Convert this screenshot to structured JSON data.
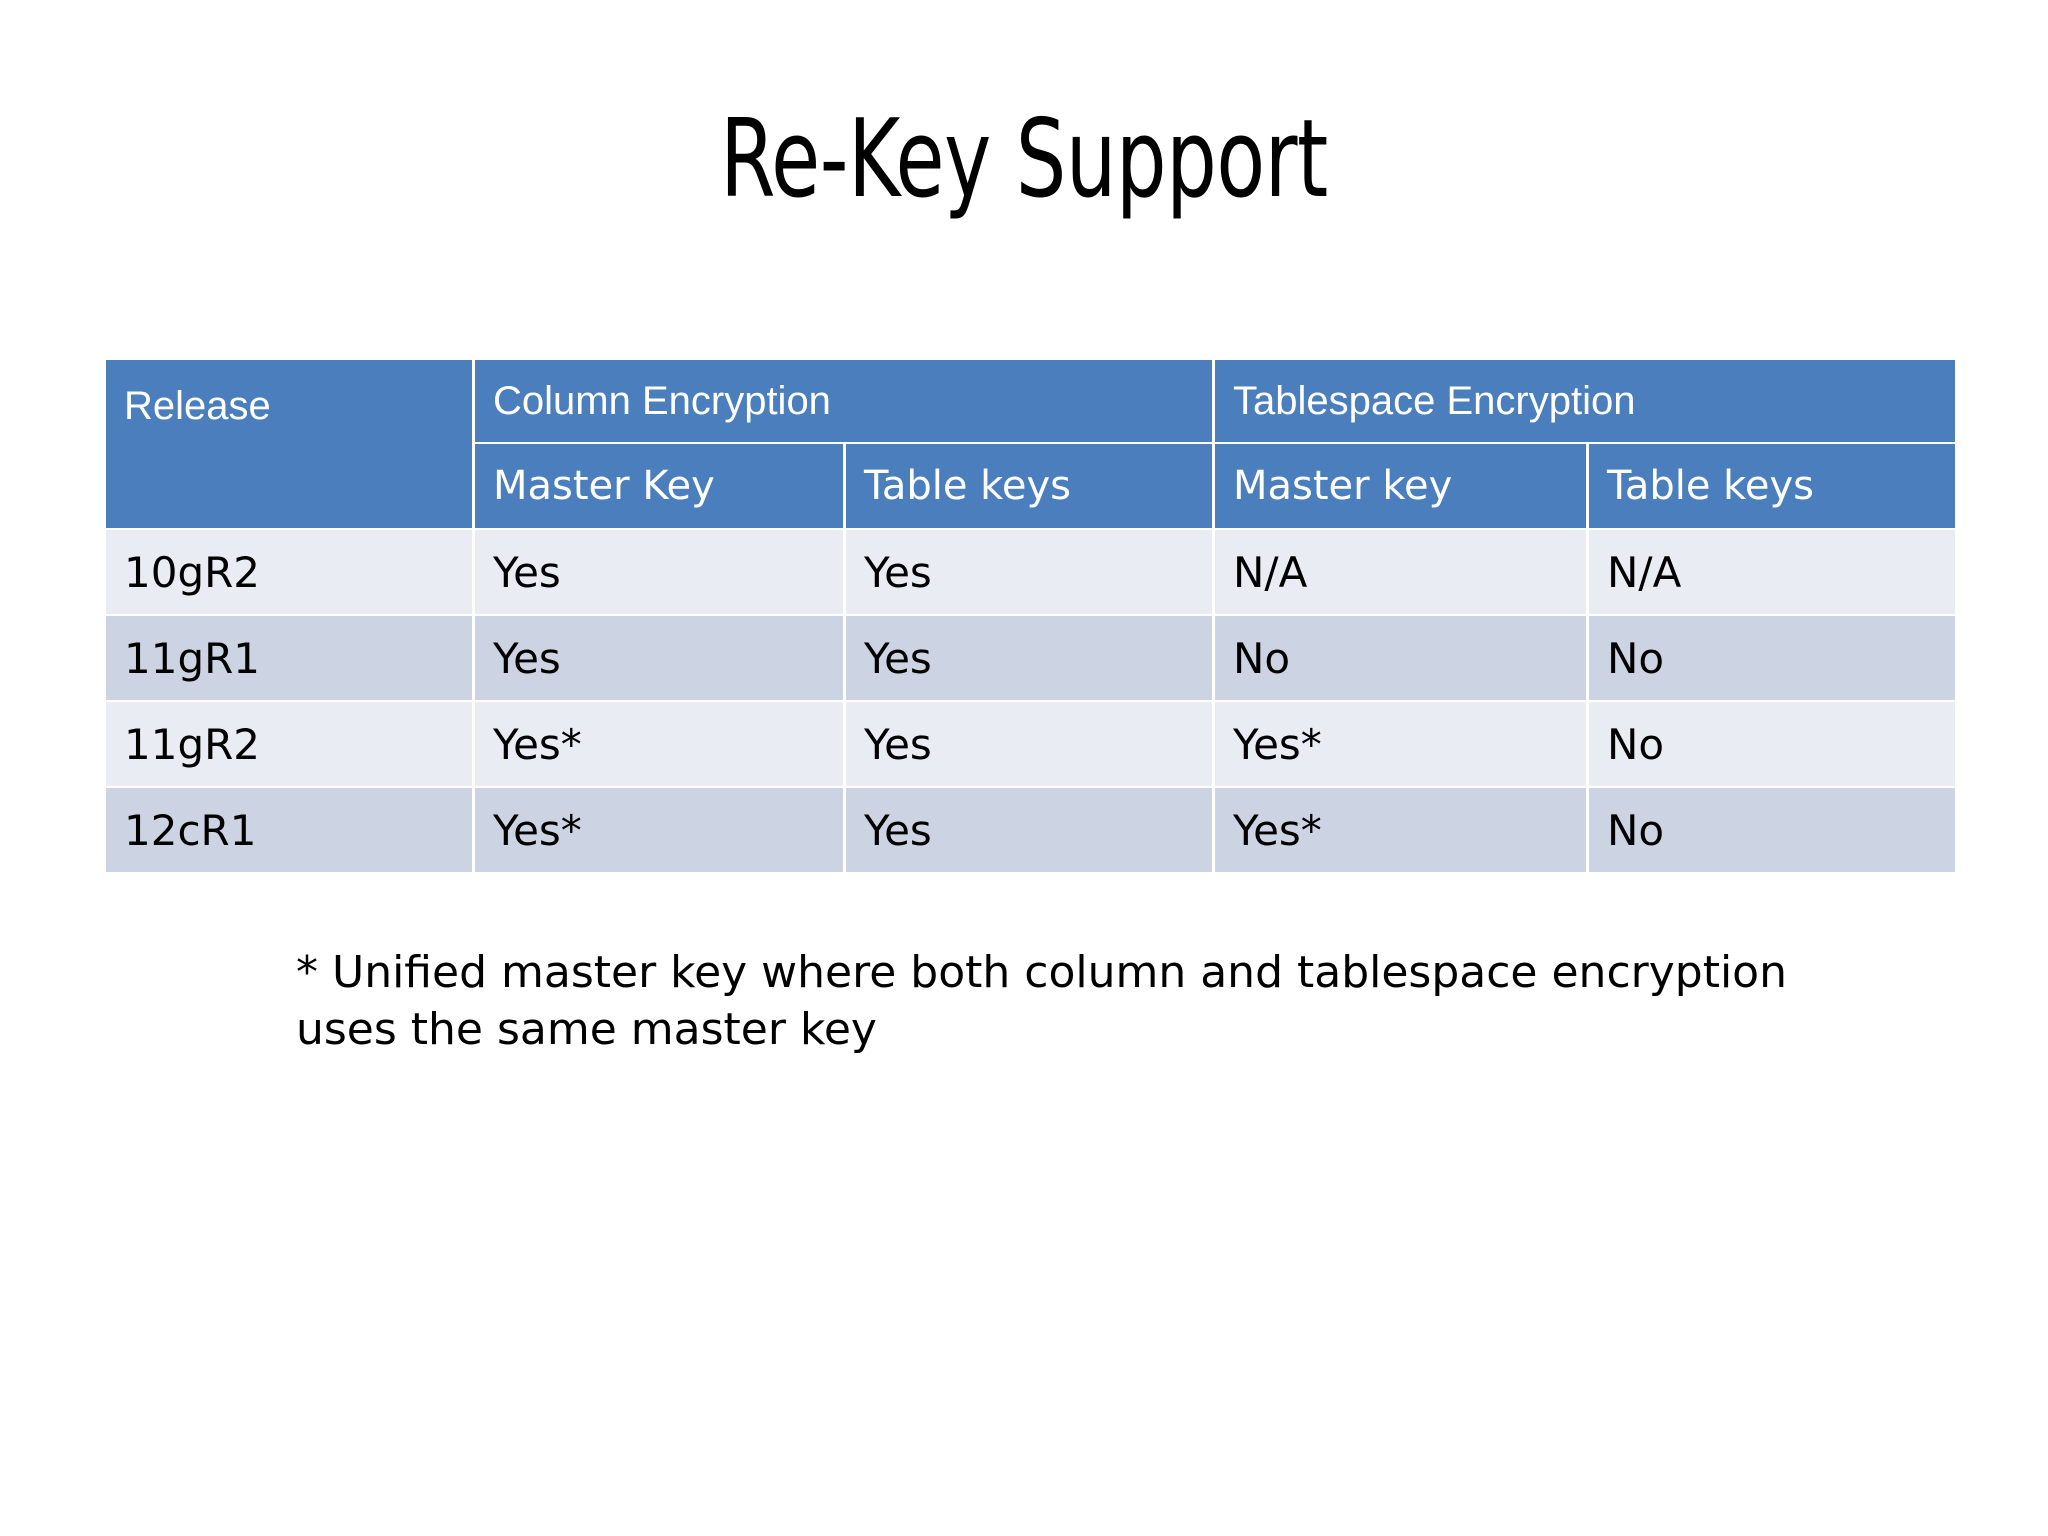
{
  "slide": {
    "title": "Re-Key Support",
    "background_color": "#ffffff"
  },
  "theme": {
    "header_blue": "#4a7ebc",
    "header_text": "#ffffff",
    "row_light": "#e9ecf2",
    "row_dark": "#ccd4e3",
    "body_text": "#000000"
  },
  "table": {
    "group_headers": {
      "release": "Release",
      "column_encryption": "Column Encryption",
      "tablespace_encryption": "Tablespace Encryption"
    },
    "sub_headers": {
      "column_master_key": "Master Key",
      "column_table_keys": "Table keys",
      "tablespace_master_key": "Master key",
      "tablespace_table_keys": "Table keys"
    },
    "rows": [
      {
        "release": "10gR2",
        "column_master_key": "Yes",
        "column_table_keys": "Yes",
        "tablespace_master_key": "N/A",
        "tablespace_table_keys": "N/A"
      },
      {
        "release": "11gR1",
        "column_master_key": "Yes",
        "column_table_keys": "Yes",
        "tablespace_master_key": "No",
        "tablespace_table_keys": "No"
      },
      {
        "release": "11gR2",
        "column_master_key": "Yes*",
        "column_table_keys": "Yes",
        "tablespace_master_key": "Yes*",
        "tablespace_table_keys": "No"
      },
      {
        "release": "12cR1",
        "column_master_key": "Yes*",
        "column_table_keys": "Yes",
        "tablespace_master_key": "Yes*",
        "tablespace_table_keys": "No"
      }
    ]
  },
  "footnote": {
    "text": "* Unified master key where both column and tablespace encryption uses the same master key"
  }
}
